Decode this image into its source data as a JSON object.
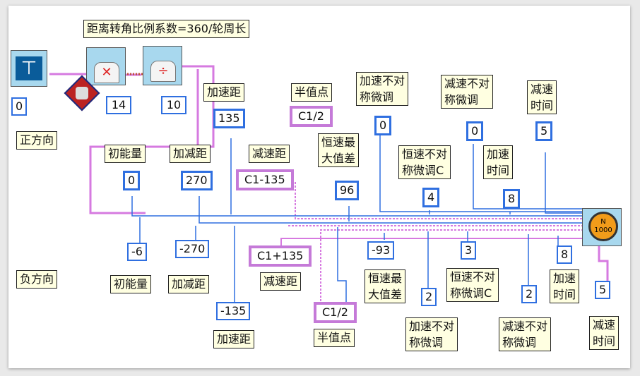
{
  "ratio_label": "距离转角比例系数=360/轮周长",
  "direction": {
    "positive": "正方向",
    "negative": "负方向"
  },
  "nodes": {
    "input_value": "0",
    "ratio_a": "14",
    "ratio_b": "10",
    "motor_text": "N\n1000"
  },
  "forward": {
    "accel_dist_label": "加速距",
    "accel_dist": "135",
    "half_label": "半值点",
    "half": "C1/2",
    "init_energy_label": "初能量",
    "init_energy": "0",
    "accel_decel_label": "加减距",
    "accel_decel": "270",
    "decel_dist_label": "减速距",
    "decel_dist": "C1-135",
    "const_max_diff_label": "恒速最\n大值差",
    "const_max_diff": "96",
    "accel_asym_label": "加速不对\n称微调",
    "accel_asym": "0",
    "const_asym_label": "恒速不对\n称微调C",
    "const_asym": "4",
    "decel_asym_label": "减速不对\n称微调",
    "decel_asym": "0",
    "accel_time_label": "加速\n时间",
    "accel_time": "8",
    "decel_time_label": "减速\n时间",
    "decel_time": "5"
  },
  "reverse": {
    "init_energy": "-6",
    "init_energy_label": "初能量",
    "accel_decel": "-270",
    "accel_decel_label": "加减距",
    "accel_dist": "-135",
    "accel_dist_label": "加速距",
    "decel_dist": "C1+135",
    "decel_dist_label": "减速距",
    "half": "C1/2",
    "half_label": "半值点",
    "const_max_diff": "-93",
    "const_max_diff_label": "恒速最\n大值差",
    "accel_asym": "2",
    "accel_asym_label": "加速不对\n称微调",
    "const_asym": "3",
    "const_asym_label": "恒速不对\n称微调C",
    "decel_asym": "2",
    "decel_asym_label": "减速不对\n称微调",
    "accel_time": "8",
    "accel_time_label": "加速\n时间",
    "decel_time": "5",
    "decel_time_label": "减速\n时间"
  },
  "colors": {
    "wire_blue": "#2f6fe0",
    "wire_pink": "#d67ae0",
    "label_bg": "#ffffe1",
    "node_bg": "#a8d8ee",
    "dark_blue": "#0a5c9a"
  }
}
